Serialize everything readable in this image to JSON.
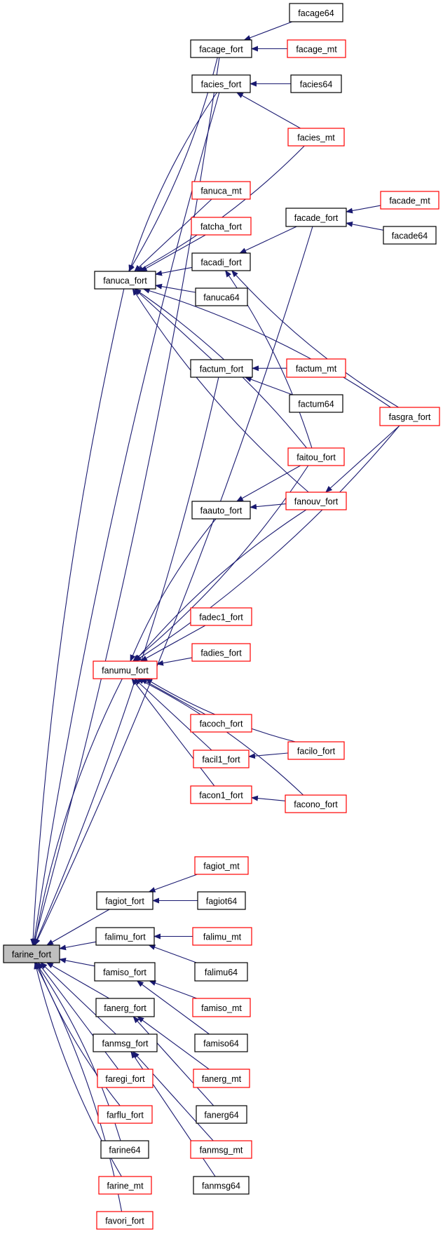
{
  "title": "Call graph of farine_fort",
  "colors": {
    "edge": "#191970",
    "root_fill": "#bfbfbf",
    "node_fill": "#ffffff",
    "border_documented": "#000000",
    "border_undocumented": "#ff0000"
  },
  "root": "farine_fort",
  "nodes": [
    {
      "id": "farine_fort",
      "label": "farine_fort",
      "kind": "root"
    },
    {
      "id": "facage_fort",
      "label": "facage_fort",
      "kind": "documented"
    },
    {
      "id": "facage64",
      "label": "facage64",
      "kind": "documented"
    },
    {
      "id": "facage_mt",
      "label": "facage_mt",
      "kind": "undocumented"
    },
    {
      "id": "facies_fort",
      "label": "facies_fort",
      "kind": "documented"
    },
    {
      "id": "facies64",
      "label": "facies64",
      "kind": "documented"
    },
    {
      "id": "facies_mt",
      "label": "facies_mt",
      "kind": "undocumented"
    },
    {
      "id": "fanuca_mt",
      "label": "fanuca_mt",
      "kind": "undocumented"
    },
    {
      "id": "fatcha_fort",
      "label": "fatcha_fort",
      "kind": "undocumented"
    },
    {
      "id": "facade_fort",
      "label": "facade_fort",
      "kind": "documented"
    },
    {
      "id": "facade_mt",
      "label": "facade_mt",
      "kind": "undocumented"
    },
    {
      "id": "facade64",
      "label": "facade64",
      "kind": "documented"
    },
    {
      "id": "facadi_fort",
      "label": "facadi_fort",
      "kind": "documented"
    },
    {
      "id": "fanuca_fort",
      "label": "fanuca_fort",
      "kind": "documented"
    },
    {
      "id": "fanuca64",
      "label": "fanuca64",
      "kind": "documented"
    },
    {
      "id": "factum_fort",
      "label": "factum_fort",
      "kind": "documented"
    },
    {
      "id": "factum_mt",
      "label": "factum_mt",
      "kind": "undocumented"
    },
    {
      "id": "factum64",
      "label": "factum64",
      "kind": "documented"
    },
    {
      "id": "fasgra_fort",
      "label": "fasgra_fort",
      "kind": "undocumented"
    },
    {
      "id": "faitou_fort",
      "label": "faitou_fort",
      "kind": "undocumented"
    },
    {
      "id": "faauto_fort",
      "label": "faauto_fort",
      "kind": "documented"
    },
    {
      "id": "fanouv_fort",
      "label": "fanouv_fort",
      "kind": "undocumented"
    },
    {
      "id": "fadec1_fort",
      "label": "fadec1_fort",
      "kind": "undocumented"
    },
    {
      "id": "fadies_fort",
      "label": "fadies_fort",
      "kind": "undocumented"
    },
    {
      "id": "fanumu_fort",
      "label": "fanumu_fort",
      "kind": "undocumented"
    },
    {
      "id": "facoch_fort",
      "label": "facoch_fort",
      "kind": "undocumented"
    },
    {
      "id": "facil1_fort",
      "label": "facil1_fort",
      "kind": "undocumented"
    },
    {
      "id": "facilo_fort",
      "label": "facilo_fort",
      "kind": "undocumented"
    },
    {
      "id": "facon1_fort",
      "label": "facon1_fort",
      "kind": "undocumented"
    },
    {
      "id": "facono_fort",
      "label": "facono_fort",
      "kind": "undocumented"
    },
    {
      "id": "fagiot_mt",
      "label": "fagiot_mt",
      "kind": "undocumented"
    },
    {
      "id": "fagiot_fort",
      "label": "fagiot_fort",
      "kind": "documented"
    },
    {
      "id": "fagiot64",
      "label": "fagiot64",
      "kind": "documented"
    },
    {
      "id": "falimu_fort",
      "label": "falimu_fort",
      "kind": "documented"
    },
    {
      "id": "falimu_mt",
      "label": "falimu_mt",
      "kind": "undocumented"
    },
    {
      "id": "falimu64",
      "label": "falimu64",
      "kind": "documented"
    },
    {
      "id": "famiso_fort",
      "label": "famiso_fort",
      "kind": "documented"
    },
    {
      "id": "famiso_mt",
      "label": "famiso_mt",
      "kind": "undocumented"
    },
    {
      "id": "famiso64",
      "label": "famiso64",
      "kind": "documented"
    },
    {
      "id": "fanerg_fort",
      "label": "fanerg_fort",
      "kind": "documented"
    },
    {
      "id": "fanerg_mt",
      "label": "fanerg_mt",
      "kind": "undocumented"
    },
    {
      "id": "fanerg64",
      "label": "fanerg64",
      "kind": "documented"
    },
    {
      "id": "fanmsg_fort",
      "label": "fanmsg_fort",
      "kind": "documented"
    },
    {
      "id": "fanmsg_mt",
      "label": "fanmsg_mt",
      "kind": "undocumented"
    },
    {
      "id": "fanmsg64",
      "label": "fanmsg64",
      "kind": "documented"
    },
    {
      "id": "faregi_fort",
      "label": "faregi_fort",
      "kind": "undocumented"
    },
    {
      "id": "farflu_fort",
      "label": "farflu_fort",
      "kind": "undocumented"
    },
    {
      "id": "farine64",
      "label": "farine64",
      "kind": "documented"
    },
    {
      "id": "farine_mt",
      "label": "farine_mt",
      "kind": "undocumented"
    },
    {
      "id": "favori_fort",
      "label": "favori_fort",
      "kind": "undocumented"
    }
  ],
  "edges": [
    {
      "from": "facage_fort",
      "to": "farine_fort"
    },
    {
      "from": "facies_fort",
      "to": "farine_fort"
    },
    {
      "from": "facade_fort",
      "to": "farine_fort"
    },
    {
      "from": "fanuca_fort",
      "to": "farine_fort"
    },
    {
      "from": "factum_fort",
      "to": "farine_fort"
    },
    {
      "from": "fanumu_fort",
      "to": "farine_fort"
    },
    {
      "from": "fagiot_fort",
      "to": "farine_fort"
    },
    {
      "from": "falimu_fort",
      "to": "farine_fort"
    },
    {
      "from": "famiso_fort",
      "to": "farine_fort"
    },
    {
      "from": "fanerg_fort",
      "to": "farine_fort"
    },
    {
      "from": "fanmsg_fort",
      "to": "farine_fort"
    },
    {
      "from": "faregi_fort",
      "to": "farine_fort"
    },
    {
      "from": "farflu_fort",
      "to": "farine_fort"
    },
    {
      "from": "farine64",
      "to": "farine_fort"
    },
    {
      "from": "farine_mt",
      "to": "farine_fort"
    },
    {
      "from": "favori_fort",
      "to": "farine_fort"
    },
    {
      "from": "facage64",
      "to": "facage_fort"
    },
    {
      "from": "facage_mt",
      "to": "facage_fort"
    },
    {
      "from": "facies64",
      "to": "facies_fort"
    },
    {
      "from": "facies_mt",
      "to": "facies_fort"
    },
    {
      "from": "facage_fort",
      "to": "fanuca_fort"
    },
    {
      "from": "facies_fort",
      "to": "fanuca_fort"
    },
    {
      "from": "facies_mt",
      "to": "fanuca_fort"
    },
    {
      "from": "fanuca_mt",
      "to": "fanuca_fort"
    },
    {
      "from": "fatcha_fort",
      "to": "fanuca_fort"
    },
    {
      "from": "facadi_fort",
      "to": "fanuca_fort"
    },
    {
      "from": "fanuca64",
      "to": "fanuca_fort"
    },
    {
      "from": "fasgra_fort",
      "to": "fanuca_fort"
    },
    {
      "from": "factum_fort",
      "to": "fanuca_fort"
    },
    {
      "from": "faitou_fort",
      "to": "fanuca_fort"
    },
    {
      "from": "fanouv_fort",
      "to": "fanuca_fort"
    },
    {
      "from": "facade_mt",
      "to": "facade_fort"
    },
    {
      "from": "facade64",
      "to": "facade_fort"
    },
    {
      "from": "facade_fort",
      "to": "facadi_fort"
    },
    {
      "from": "fasgra_fort",
      "to": "facadi_fort"
    },
    {
      "from": "faitou_fort",
      "to": "facadi_fort"
    },
    {
      "from": "factum_mt",
      "to": "factum_fort"
    },
    {
      "from": "factum64",
      "to": "factum_fort"
    },
    {
      "from": "faitou_fort",
      "to": "faauto_fort"
    },
    {
      "from": "fanouv_fort",
      "to": "faauto_fort"
    },
    {
      "from": "fasgra_fort",
      "to": "fanouv_fort"
    },
    {
      "from": "faauto_fort",
      "to": "fanumu_fort"
    },
    {
      "from": "faitou_fort",
      "to": "fanumu_fort"
    },
    {
      "from": "fanouv_fort",
      "to": "fanumu_fort"
    },
    {
      "from": "fasgra_fort",
      "to": "fanumu_fort"
    },
    {
      "from": "fadec1_fort",
      "to": "fanumu_fort"
    },
    {
      "from": "fadies_fort",
      "to": "fanumu_fort"
    },
    {
      "from": "facoch_fort",
      "to": "fanumu_fort"
    },
    {
      "from": "facilo_fort",
      "to": "fanumu_fort"
    },
    {
      "from": "facil1_fort",
      "to": "fanumu_fort"
    },
    {
      "from": "facon1_fort",
      "to": "fanumu_fort"
    },
    {
      "from": "facono_fort",
      "to": "fanumu_fort"
    },
    {
      "from": "facilo_fort",
      "to": "facil1_fort"
    },
    {
      "from": "facono_fort",
      "to": "facon1_fort"
    },
    {
      "from": "fagiot_mt",
      "to": "fagiot_fort"
    },
    {
      "from": "fagiot64",
      "to": "fagiot_fort"
    },
    {
      "from": "falimu_mt",
      "to": "falimu_fort"
    },
    {
      "from": "falimu64",
      "to": "falimu_fort"
    },
    {
      "from": "famiso_mt",
      "to": "famiso_fort"
    },
    {
      "from": "famiso64",
      "to": "famiso_fort"
    },
    {
      "from": "fanerg_mt",
      "to": "fanerg_fort"
    },
    {
      "from": "fanerg64",
      "to": "fanerg_fort"
    },
    {
      "from": "fanmsg_mt",
      "to": "fanmsg_fort"
    },
    {
      "from": "fanmsg64",
      "to": "fanmsg_fort"
    }
  ]
}
